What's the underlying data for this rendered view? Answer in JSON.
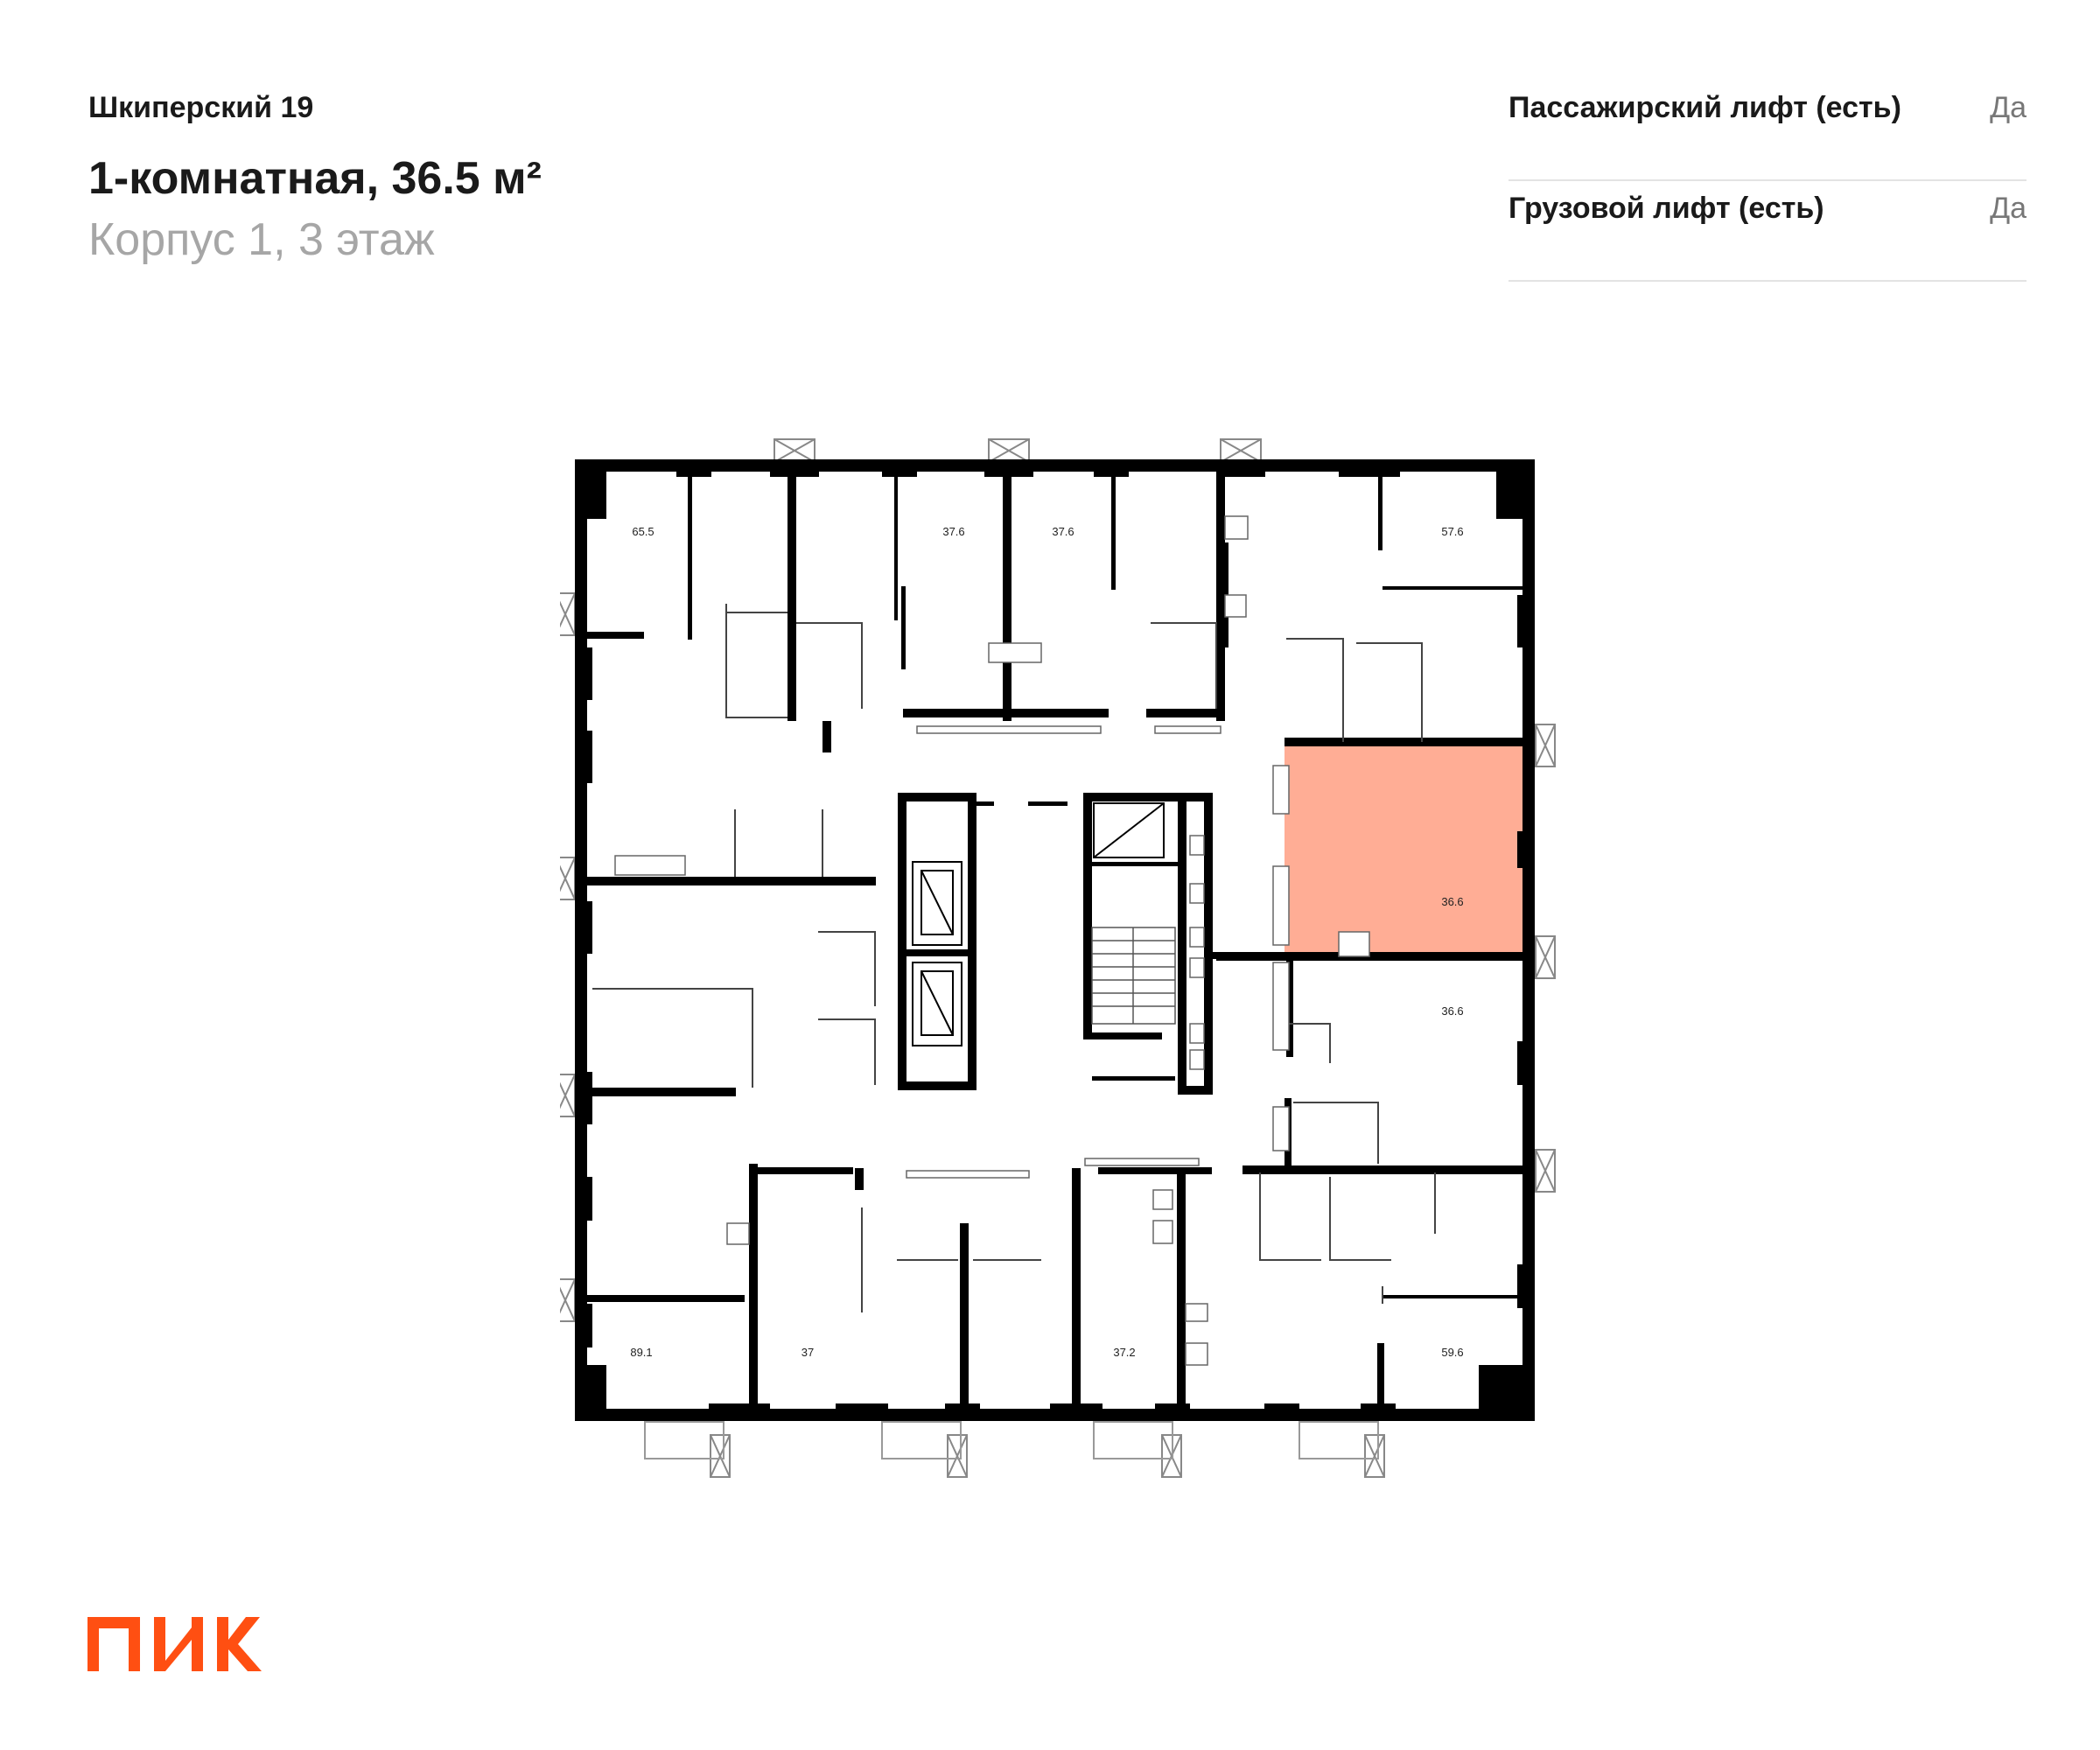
{
  "header": {
    "complex_name": "Шкиперский 19",
    "apartment_title": "1-комнатная, 36.5 м²",
    "building_floor": "Корпус 1, 3 этаж"
  },
  "features": [
    {
      "label": "Пассажирский лифт (есть)",
      "value": "Да"
    },
    {
      "label": "Грузовой лифт (есть)",
      "value": "Да"
    }
  ],
  "floor_plan": {
    "highlight_color": "#FFA98F",
    "wall_color": "#000000",
    "room_areas": [
      "65.5",
      "37.6",
      "37.6",
      "57.6",
      "36.6",
      "36.6",
      "89.1",
      "37",
      "37.2",
      "59.6"
    ]
  },
  "logo": {
    "text": "ПИК",
    "color": "#FF4F12"
  }
}
